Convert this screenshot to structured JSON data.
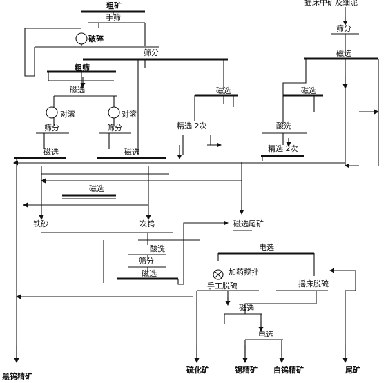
{
  "diagram": {
    "feeds": {
      "coarse_ore": "粗矿",
      "shaking_table_middlings": "摇床中矿及细泥"
    },
    "operations": {
      "hand_screen": "手筛",
      "crushing": "破碎",
      "screening": "筛分",
      "coarse_screen": "粗筛",
      "magnetic": "磁选",
      "roll_crush": "对滚",
      "cleaning_twice": "精选 2次",
      "acid_wash": "酸洗",
      "electrostatic": "电选",
      "reagent_stirring": "加药搅拌",
      "hand_desulfurize": "手工脱硫",
      "table_desulfurize": "摇床脱硫"
    },
    "products": {
      "iron_sand": "铁砂",
      "secondary_tungsten": "次钨",
      "magnetic_tailings": "磁选尾矿",
      "black_tungsten_concentrate": "黑钨精矿",
      "sulfide_ore": "硫化矿",
      "tin_concentrate": "锡精矿",
      "white_tungsten_concentrate": "白钨精矿",
      "tailings": "尾矿"
    }
  }
}
